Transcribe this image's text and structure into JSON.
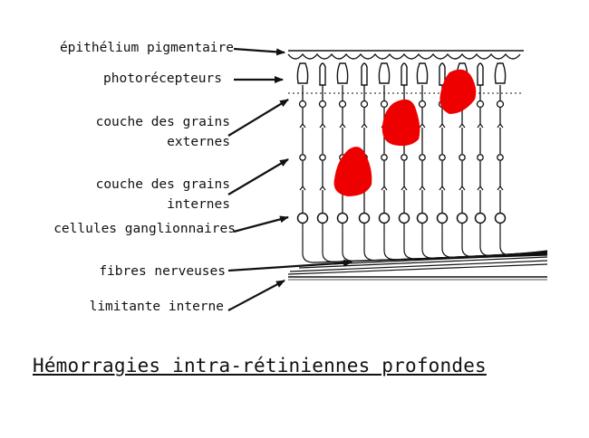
{
  "diagram": {
    "labels": {
      "epithelium": "épithélium pigmentaire",
      "photoreceptors": "photorécepteurs",
      "outer_nuclear": "couche des grains\nexternes",
      "inner_nuclear": "couche des grains\ninternes",
      "ganglion": "cellules ganglionnaires",
      "nerve_fibers": "fibres nerveuses",
      "inner_limiting": "limitante interne"
    },
    "caption": "Hémorragies intra-rétiniennes profondes",
    "colors": {
      "ink": "#111111",
      "hemorrhage": "#ee0000"
    },
    "hemorrhage_count": 3
  }
}
